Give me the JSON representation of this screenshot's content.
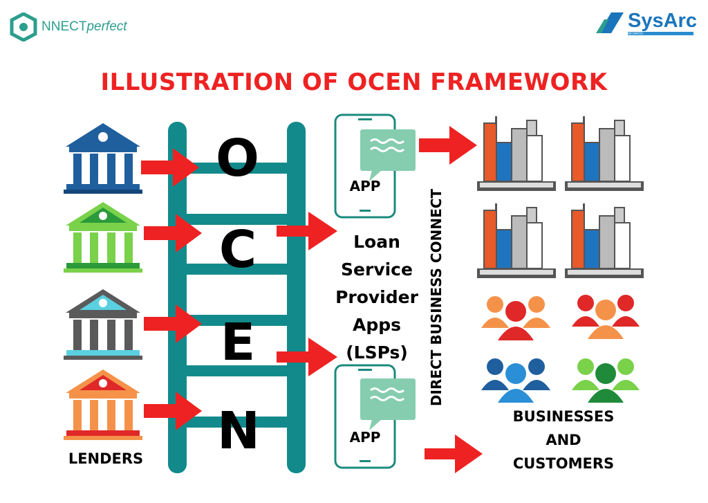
{
  "logos": {
    "left_main": "NNECT",
    "left_italic": "perfect",
    "right_main": "SysArc",
    "right_sub": "INFOMATIX"
  },
  "title": "ILLUSTRATION OF OCEN FRAMEWORK",
  "ladder_letters": [
    "O",
    "C",
    "E",
    "N"
  ],
  "app_label": "APP",
  "lsp_label_lines": [
    "Loan",
    "Service",
    "Provider",
    "Apps",
    "(LSPs)"
  ],
  "lenders_label": "LENDERS",
  "direct_label": "DIRECT BUSINESS CONNECT",
  "businesses_label_lines": [
    "BUSINESSES",
    "AND",
    "CUSTOMERS"
  ],
  "colors": {
    "title": "#ee2222",
    "arrow": "#ee2222",
    "ladder": "#128a8c",
    "bank_blue": "#1f5f9e",
    "bank_green": "#7ad14a",
    "bank_gray": "#5a5a5a",
    "bank_orange": "#f5924a",
    "phone_border": "#1a8a7e",
    "bubble": "#86cdb0"
  }
}
